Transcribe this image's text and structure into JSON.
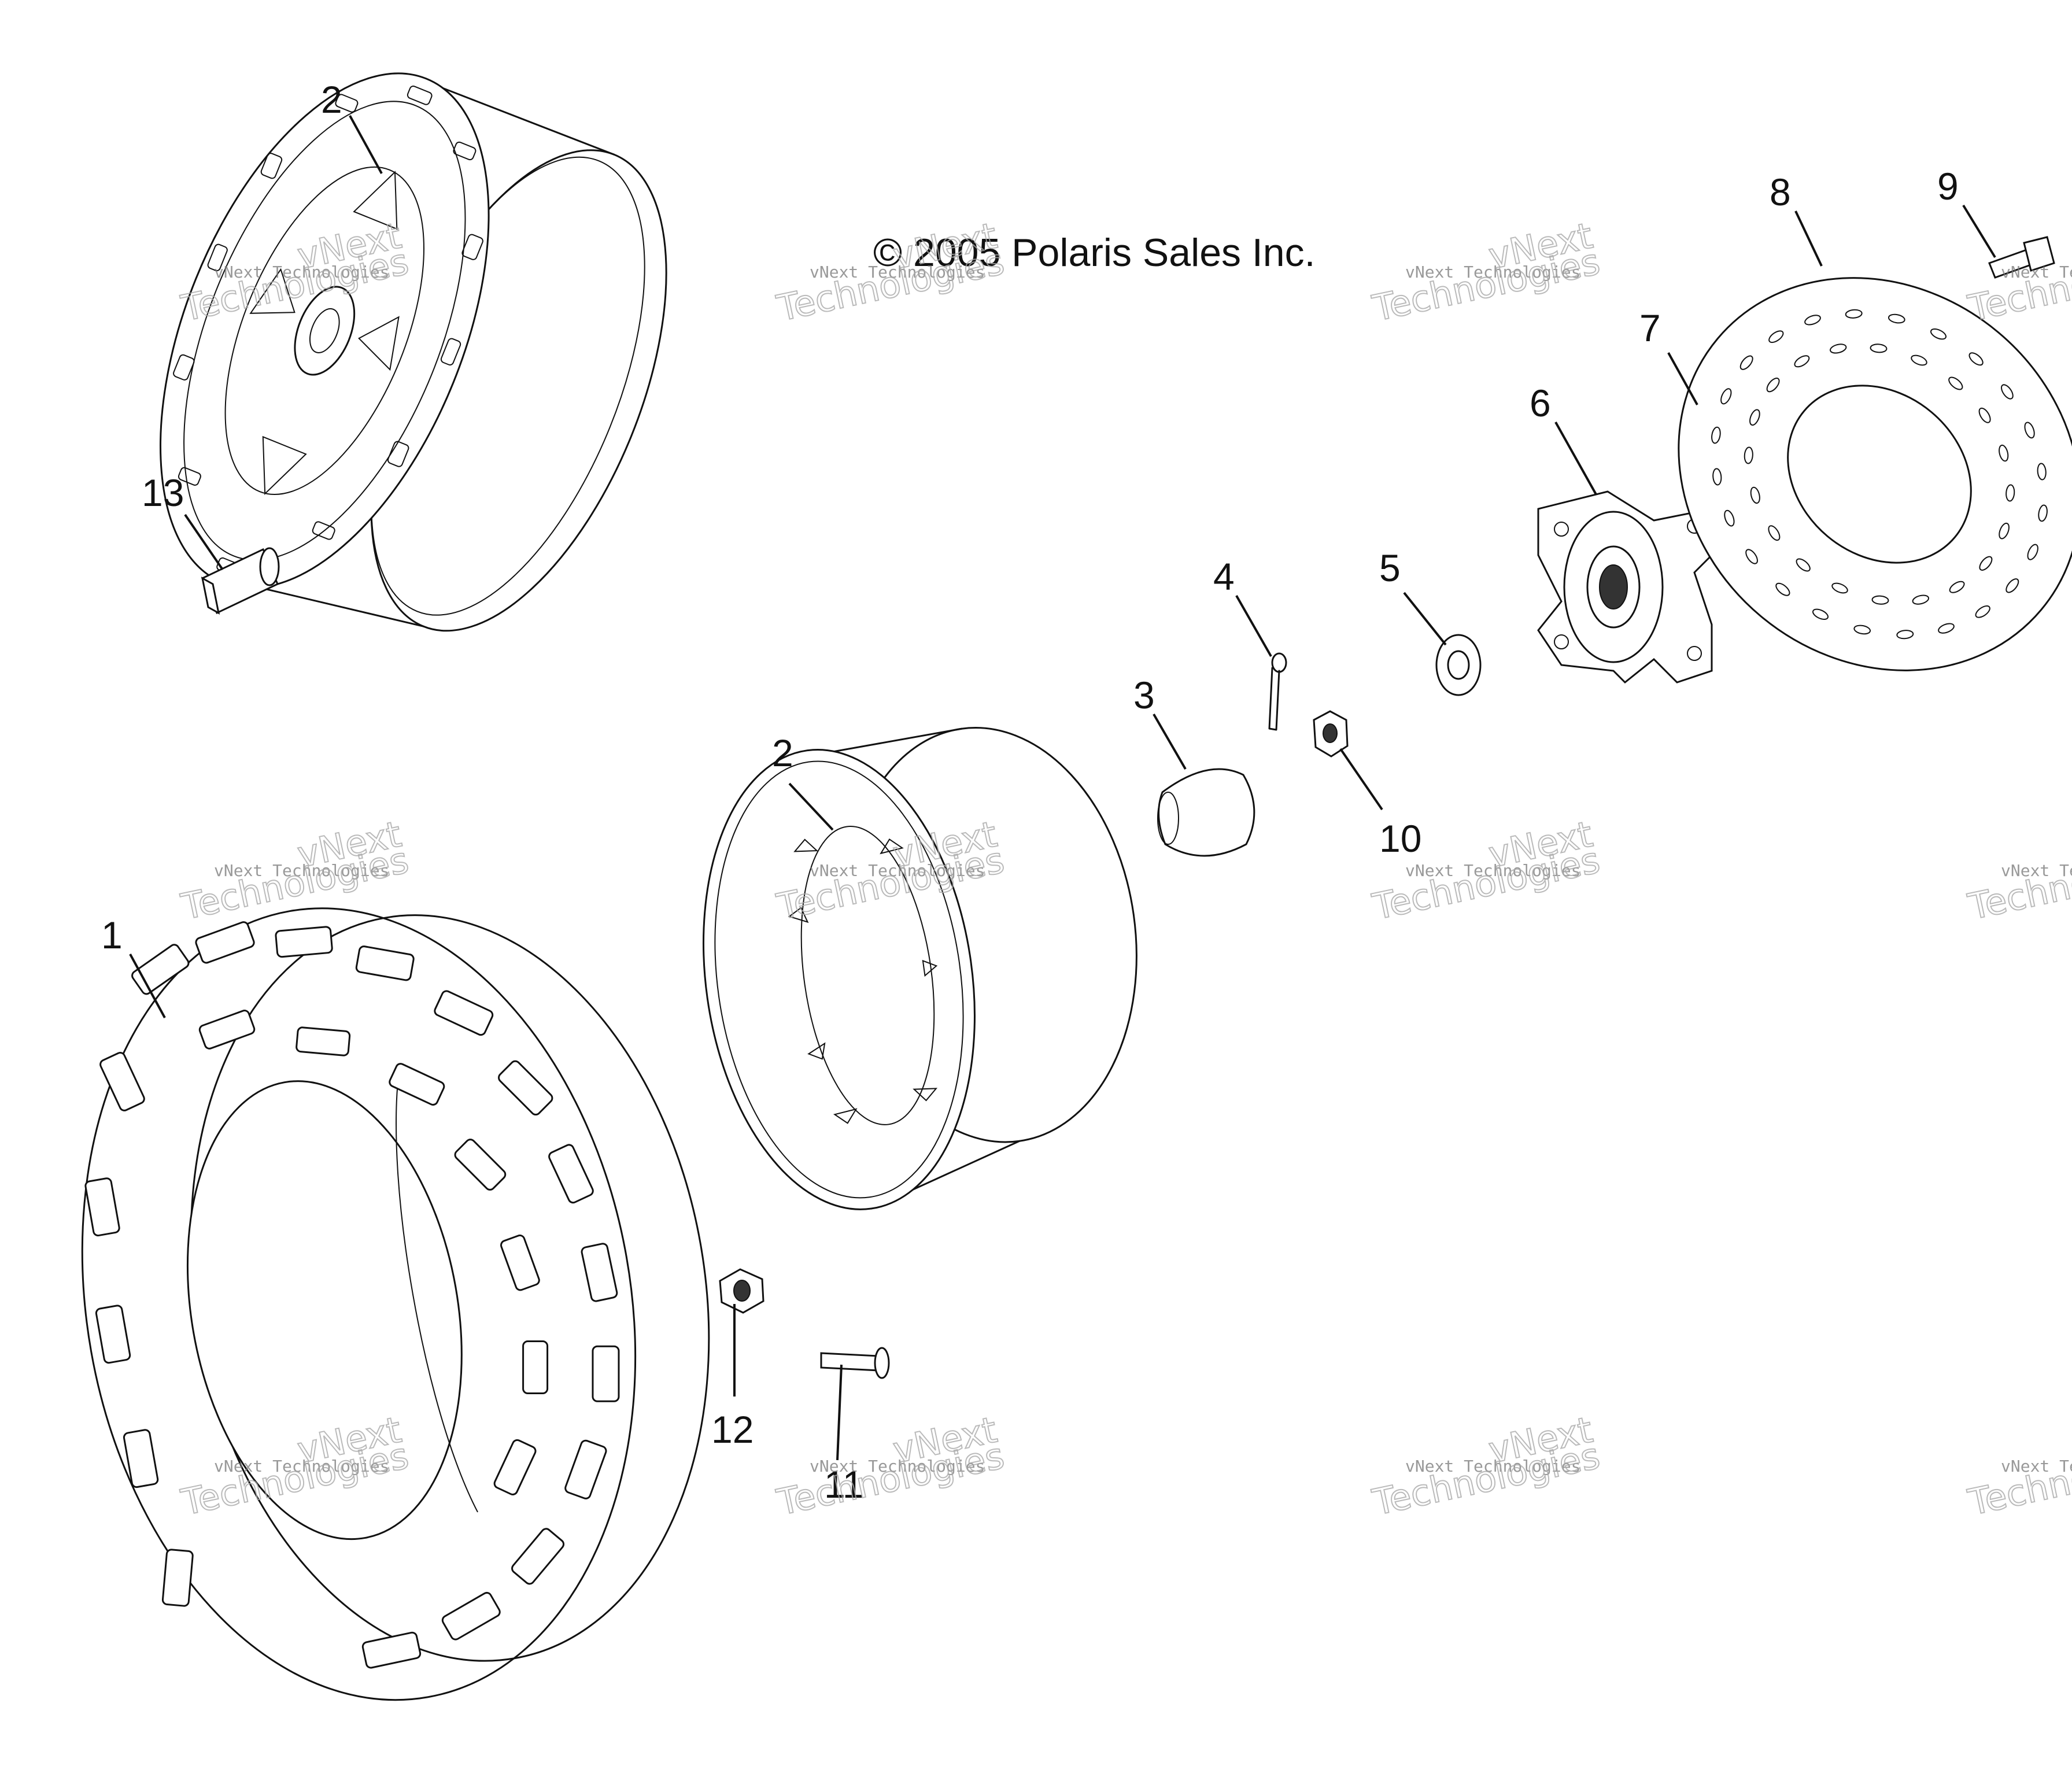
{
  "copyright": "© 2005 Polaris Sales Inc.",
  "callouts": {
    "c1": "1",
    "c2_top": "2",
    "c2_mid": "2",
    "c3": "3",
    "c4": "4",
    "c5": "5",
    "c6": "6",
    "c7": "7",
    "c8": "8",
    "c9": "9",
    "c10": "10",
    "c11": "11",
    "c12": "12",
    "c13": "13"
  },
  "watermark": {
    "line": "vNext Technologies",
    "word1": "vNext",
    "word2": "Technologies"
  },
  "parts": [
    {
      "callout": "1",
      "icon": "tire-icon"
    },
    {
      "callout": "2",
      "icon": "wheel-rim-icon"
    },
    {
      "callout": "3",
      "icon": "hub-cap-icon"
    },
    {
      "callout": "4",
      "icon": "cotter-pin-icon"
    },
    {
      "callout": "5",
      "icon": "washer-icon"
    },
    {
      "callout": "6",
      "icon": "wheel-hub-icon"
    },
    {
      "callout": "7",
      "icon": "wheel-stud-icon"
    },
    {
      "callout": "8",
      "icon": "brake-disc-icon"
    },
    {
      "callout": "9",
      "icon": "brake-disc-bolt-icon"
    },
    {
      "callout": "10",
      "icon": "castle-nut-icon"
    },
    {
      "callout": "11",
      "icon": "bolt-icon"
    },
    {
      "callout": "12",
      "icon": "flange-nut-icon"
    },
    {
      "callout": "13",
      "icon": "lug-nut-icon"
    }
  ]
}
